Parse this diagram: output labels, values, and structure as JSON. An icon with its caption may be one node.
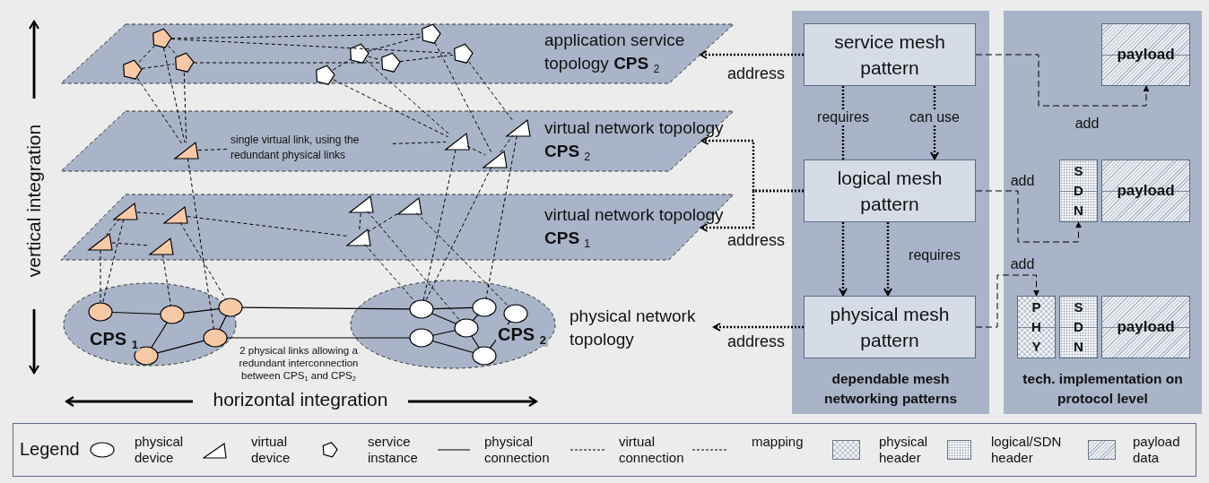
{
  "diagram": {
    "nodes": [
      {
        "text": [
          "application service topology **CPS** $_{2}$"
        ]
      },
      {
        "text": [],
        "shape": "pentagon",
        "in": 0
      },
      {
        "text": [],
        "shape": "pentagon",
        "in": 0
      },
      {
        "text": [],
        "shape": "pentagon",
        "in": 0
      },
      {
        "text": [],
        "shape": "pentagon",
        "in": 0
      },
      {
        "text": [],
        "shape": "pentagon",
        "in": 0
      },
      {
        "text": [],
        "shape": "pentagon",
        "in": 0
      },
      {
        "text": [],
        "shape": "pentagon",
        "in": 0
      },
      {
        "text": [],
        "shape": "pentagon",
        "in": 0
      },
      {
        "text": [
          "virtual network topology **CPS** $_{2}$"
        ]
      },
      {
        "text": [],
        "shape": "triangle",
        "in": 9
      },
      {
        "text": [],
        "shape": "triangle",
        "in": 9
      },
      {
        "text": [],
        "shape": "triangle",
        "in": 9
      },
      {
        "text": [],
        "shape": "triangle",
        "in": 9
      },
      {
        "text": [
          "virtual network topology **CPS** $_{1}$"
        ]
      },
      {
        "text": [],
        "shape": "triangle",
        "in": 14
      },
      {
        "text": [],
        "shape": "triangle",
        "in": 14
      },
      {
        "text": [],
        "shape": "triangle",
        "in": 14
      },
      {
        "text": [],
        "shape": "triangle",
        "in": 14
      },
      {
        "text": [],
        "shape": "triangle",
        "in": 14
      },
      {
        "text": [],
        "shape": "triangle",
        "in": 14
      },
      {
        "text": [],
        "shape": "triangle",
        "in": 14
      },
      {
        "text": [
          "CPS $_{1}$"
        ]
      },
      {
        "text": [],
        "shape": "circle",
        "in": 22
      },
      {
        "text": [],
        "shape": "circle",
        "in": 22
      },
      {
        "text": [],
        "shape": "circle",
        "in": 22
      },
      {
        "text": [],
        "shape": "circle",
        "in": 22
      },
      {
        "text": [],
        "shape": "circle",
        "in": 22
      },
      {
        "text": [
          "CPS $_{2}$"
        ]
      },
      {
        "text": [],
        "shape": "circle",
        "in": 28
      },
      {
        "text": [],
        "shape": "circle",
        "in": 28
      },
      {
        "text": [],
        "shape": "circle",
        "in": 28
      },
      {
        "text": [],
        "shape": "circle",
        "in": 28
      },
      {
        "text": [],
        "shape": "circle",
        "in": 28
      },
      {
        "text": [],
        "shape": "circle",
        "in": 28
      },
      {
        "text": [
          "physical network topology"
        ]
      },
      {
        "text": [
          "dependable mesh networking patterns"
        ]
      },
      {
        "text": [
          "service mesh pattern"
        ],
        "in": 36
      },
      {
        "text": [
          "logical mesh pattern"
        ],
        "in": 36
      },
      {
        "text": [
          "physical mesh pattern"
        ],
        "in": 36
      },
      {
        "text": [
          "tech. implementation on protocol level"
        ]
      },
      {
        "text": [
          "payload"
        ],
        "in": 40
      },
      {
        "text": [
          "S D N"
        ],
        "in": 40
      },
      {
        "text": [
          "payload"
        ],
        "in": 40
      },
      {
        "text": [
          "P H Y"
        ],
        "in": 40
      },
      {
        "text": [
          "S D N"
        ],
        "in": 40
      },
      {
        "text": [
          "payload"
        ],
        "in": 40
      }
    ],
    "edges": [
      {
        "from": 23,
        "to": 24,
        "arrow": "none"
      },
      {
        "from": 24,
        "to": 25,
        "arrow": "none"
      },
      {
        "from": 24,
        "to": 27,
        "arrow": "none"
      },
      {
        "from": 27,
        "to": 26,
        "arrow": "none"
      },
      {
        "from": 26,
        "to": 25,
        "arrow": "none"
      },
      {
        "from": 29,
        "to": 30,
        "arrow": "none"
      },
      {
        "from": 29,
        "to": 32,
        "arrow": "none"
      },
      {
        "from": 30,
        "to": 32,
        "arrow": "none"
      },
      {
        "from": 33,
        "to": 32,
        "arrow": "none"
      },
      {
        "from": 33,
        "to": 34,
        "arrow": "none"
      },
      {
        "from": 32,
        "to": 34,
        "arrow": "none"
      },
      {
        "from": 31,
        "to": 34,
        "arrow": "none"
      },
      {
        "from": 25,
        "to": 29,
        "arrow": "none"
      },
      {
        "from": 26,
        "to": 33,
        "arrow": "none"
      },
      {
        "from": 1,
        "to": 2,
        "arrow": "none",
        "style": "dashed"
      },
      {
        "from": 2,
        "to": 3,
        "arrow": "none",
        "style": "dashed"
      },
      {
        "from": 1,
        "to": 3,
        "arrow": "none",
        "style": "dashed"
      },
      {
        "from": 1,
        "to": 7,
        "arrow": "none",
        "style": "dashed"
      },
      {
        "from": 1,
        "to": 8,
        "arrow": "none",
        "style": "dashed"
      },
      {
        "from": 3,
        "to": 6,
        "arrow": "none",
        "style": "dashed"
      },
      {
        "from": 4,
        "to": 5,
        "arrow": "none",
        "style": "dashed"
      },
      {
        "from": 5,
        "to": 6,
        "arrow": "none",
        "style": "dashed"
      },
      {
        "from": 6,
        "to": 8,
        "arrow": "none",
        "style": "dashed"
      },
      {
        "from": 5,
        "to": 7,
        "arrow": "none",
        "style": "dashed"
      },
      {
        "from": 10,
        "to": 11,
        "arrow": "none",
        "style": "dashed",
        "label": "single virtual link, using the redundant physical links"
      },
      {
        "from": 11,
        "to": 13,
        "arrow": "none",
        "style": "dashed"
      },
      {
        "from": 13,
        "to": 12,
        "arrow": "none",
        "style": "dashed"
      },
      {
        "from": 15,
        "to": 16,
        "arrow": "none",
        "style": "dashed"
      },
      {
        "from": 17,
        "to": 18,
        "arrow": "none",
        "style": "dashed"
      },
      {
        "from": 15,
        "to": 17,
        "arrow": "none",
        "style": "dashed"
      },
      {
        "from": 16,
        "to": 21,
        "arrow": "none",
        "style": "dashed"
      },
      {
        "from": 21,
        "to": 19,
        "arrow": "none",
        "style": "dashed"
      },
      {
        "from": 21,
        "to": 20,
        "arrow": "none",
        "style": "dashed"
      },
      {
        "from": 1,
        "to": 10,
        "arrow": "none",
        "style": "dashed"
      },
      {
        "from": 2,
        "to": 10,
        "arrow": "none",
        "style": "dashed"
      },
      {
        "from": 3,
        "to": 10,
        "arrow": "none",
        "style": "dashed"
      },
      {
        "from": 4,
        "to": 11,
        "arrow": "none",
        "style": "dashed"
      },
      {
        "from": 5,
        "to": 11,
        "arrow": "none",
        "style": "dashed"
      },
      {
        "from": 7,
        "to": 13,
        "arrow": "none",
        "style": "dashed"
      },
      {
        "from": 8,
        "to": 12,
        "arrow": "none",
        "style": "dashed"
      },
      {
        "from": 10,
        "to": 26,
        "arrow": "none",
        "style": "dashed"
      },
      {
        "from": 11,
        "to": 29,
        "arrow": "none",
        "style": "dashed"
      },
      {
        "from": 13,
        "to": 29,
        "arrow": "none",
        "style": "dashed"
      },
      {
        "from": 12,
        "to": 30,
        "arrow": "none",
        "style": "dashed"
      },
      {
        "from": 17,
        "to": 23,
        "arrow": "none",
        "style": "dashed"
      },
      {
        "from": 15,
        "to": 23,
        "arrow": "none",
        "style": "dashed"
      },
      {
        "from": 18,
        "to": 24,
        "arrow": "none",
        "style": "dashed"
      },
      {
        "from": 16,
        "to": 25,
        "arrow": "none",
        "style": "dashed"
      },
      {
        "from": 19,
        "to": 32,
        "arrow": "none",
        "style": "dashed"
      },
      {
        "from": 20,
        "to": 31,
        "arrow": "none",
        "style": "dashed"
      },
      {
        "from": 21,
        "to": 29,
        "arrow": "none",
        "style": "dashed"
      },
      {
        "from": 37,
        "to": 0,
        "arrow": "to",
        "style": "dashed",
        "label": "address"
      },
      {
        "from": 38,
        "to": 9,
        "arrow": "to",
        "style": "dashed"
      },
      {
        "from": 38,
        "to": 14,
        "arrow": "to",
        "style": "dashed",
        "label": "address"
      },
      {
        "from": 39,
        "to": 35,
        "arrow": "to",
        "style": "dashed",
        "label": "address"
      },
      {
        "from": 37,
        "to": 38,
        "arrow": "none",
        "style": "dashed",
        "label": "requires"
      },
      {
        "from": 37,
        "to": 38,
        "arrow": "to",
        "style": "dashed",
        "label": "can use"
      },
      {
        "from": 38,
        "to": 39,
        "arrow": "to",
        "style": "dashed"
      },
      {
        "from": 38,
        "to": 39,
        "arrow": "to",
        "style": "dashed",
        "label": "requires"
      },
      {
        "from": 37,
        "to": 41,
        "arrow": "to",
        "style": "dashed",
        "label": "add"
      },
      {
        "from": 38,
        "to": 42,
        "arrow": "to",
        "style": "dashed",
        "label": "add"
      },
      {
        "from": 39,
        "to": 44,
        "arrow": "to",
        "style": "dashed",
        "label": "add"
      }
    ],
    "labels": [
      "vertical integration",
      "horizontal integration",
      "2 physical links allowing a redundant interconnection between CPS$_{1}$ and CPS$_{2}$",
      "Legend"
    ],
    "legend": [
      {
        "text": "physical device"
      },
      {
        "text": "virtual device"
      },
      {
        "text": "service instance"
      },
      {
        "text": "physical connection"
      },
      {
        "text": "virtual connection"
      },
      {
        "text": "mapping"
      },
      {
        "text": "physical header"
      },
      {
        "text": "logical/SDN header"
      },
      {
        "text": "payload data"
      }
    ]
  }
}
